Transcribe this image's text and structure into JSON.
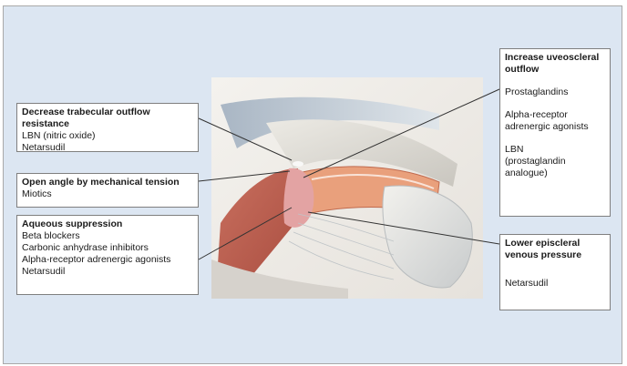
{
  "diagram": {
    "colors": {
      "panel_background": "#dce6f2",
      "box_border": "#7f7f7f",
      "leader_lines": "#333333"
    },
    "callouts": {
      "trabecular": {
        "title": "Decrease trabecular outflow resistance",
        "items": [
          "LBN (nitric oxide)",
          "Netarsudil"
        ]
      },
      "open_angle": {
        "title": "Open angle by mechanical tension",
        "items": [
          "Miotics"
        ]
      },
      "aqueous": {
        "title": "Aqueous suppression",
        "items": [
          "Beta blockers",
          "Carbonic anhydrase inhibitors",
          "Alpha-receptor adrenergic agonists",
          "Netarsudil"
        ]
      },
      "uveoscleral": {
        "title_line1": "Increase uveoscleral",
        "title_line2": "outflow",
        "items": [
          [
            "Prostaglandins"
          ],
          [
            "Alpha-receptor",
            "adrenergic agonists"
          ],
          [
            "LBN",
            "(prostaglandin",
            "analogue)"
          ]
        ]
      },
      "episcleral": {
        "title_line1": "Lower episcleral",
        "title_line2": "venous pressure",
        "items": [
          "Netarsudil"
        ]
      }
    }
  }
}
